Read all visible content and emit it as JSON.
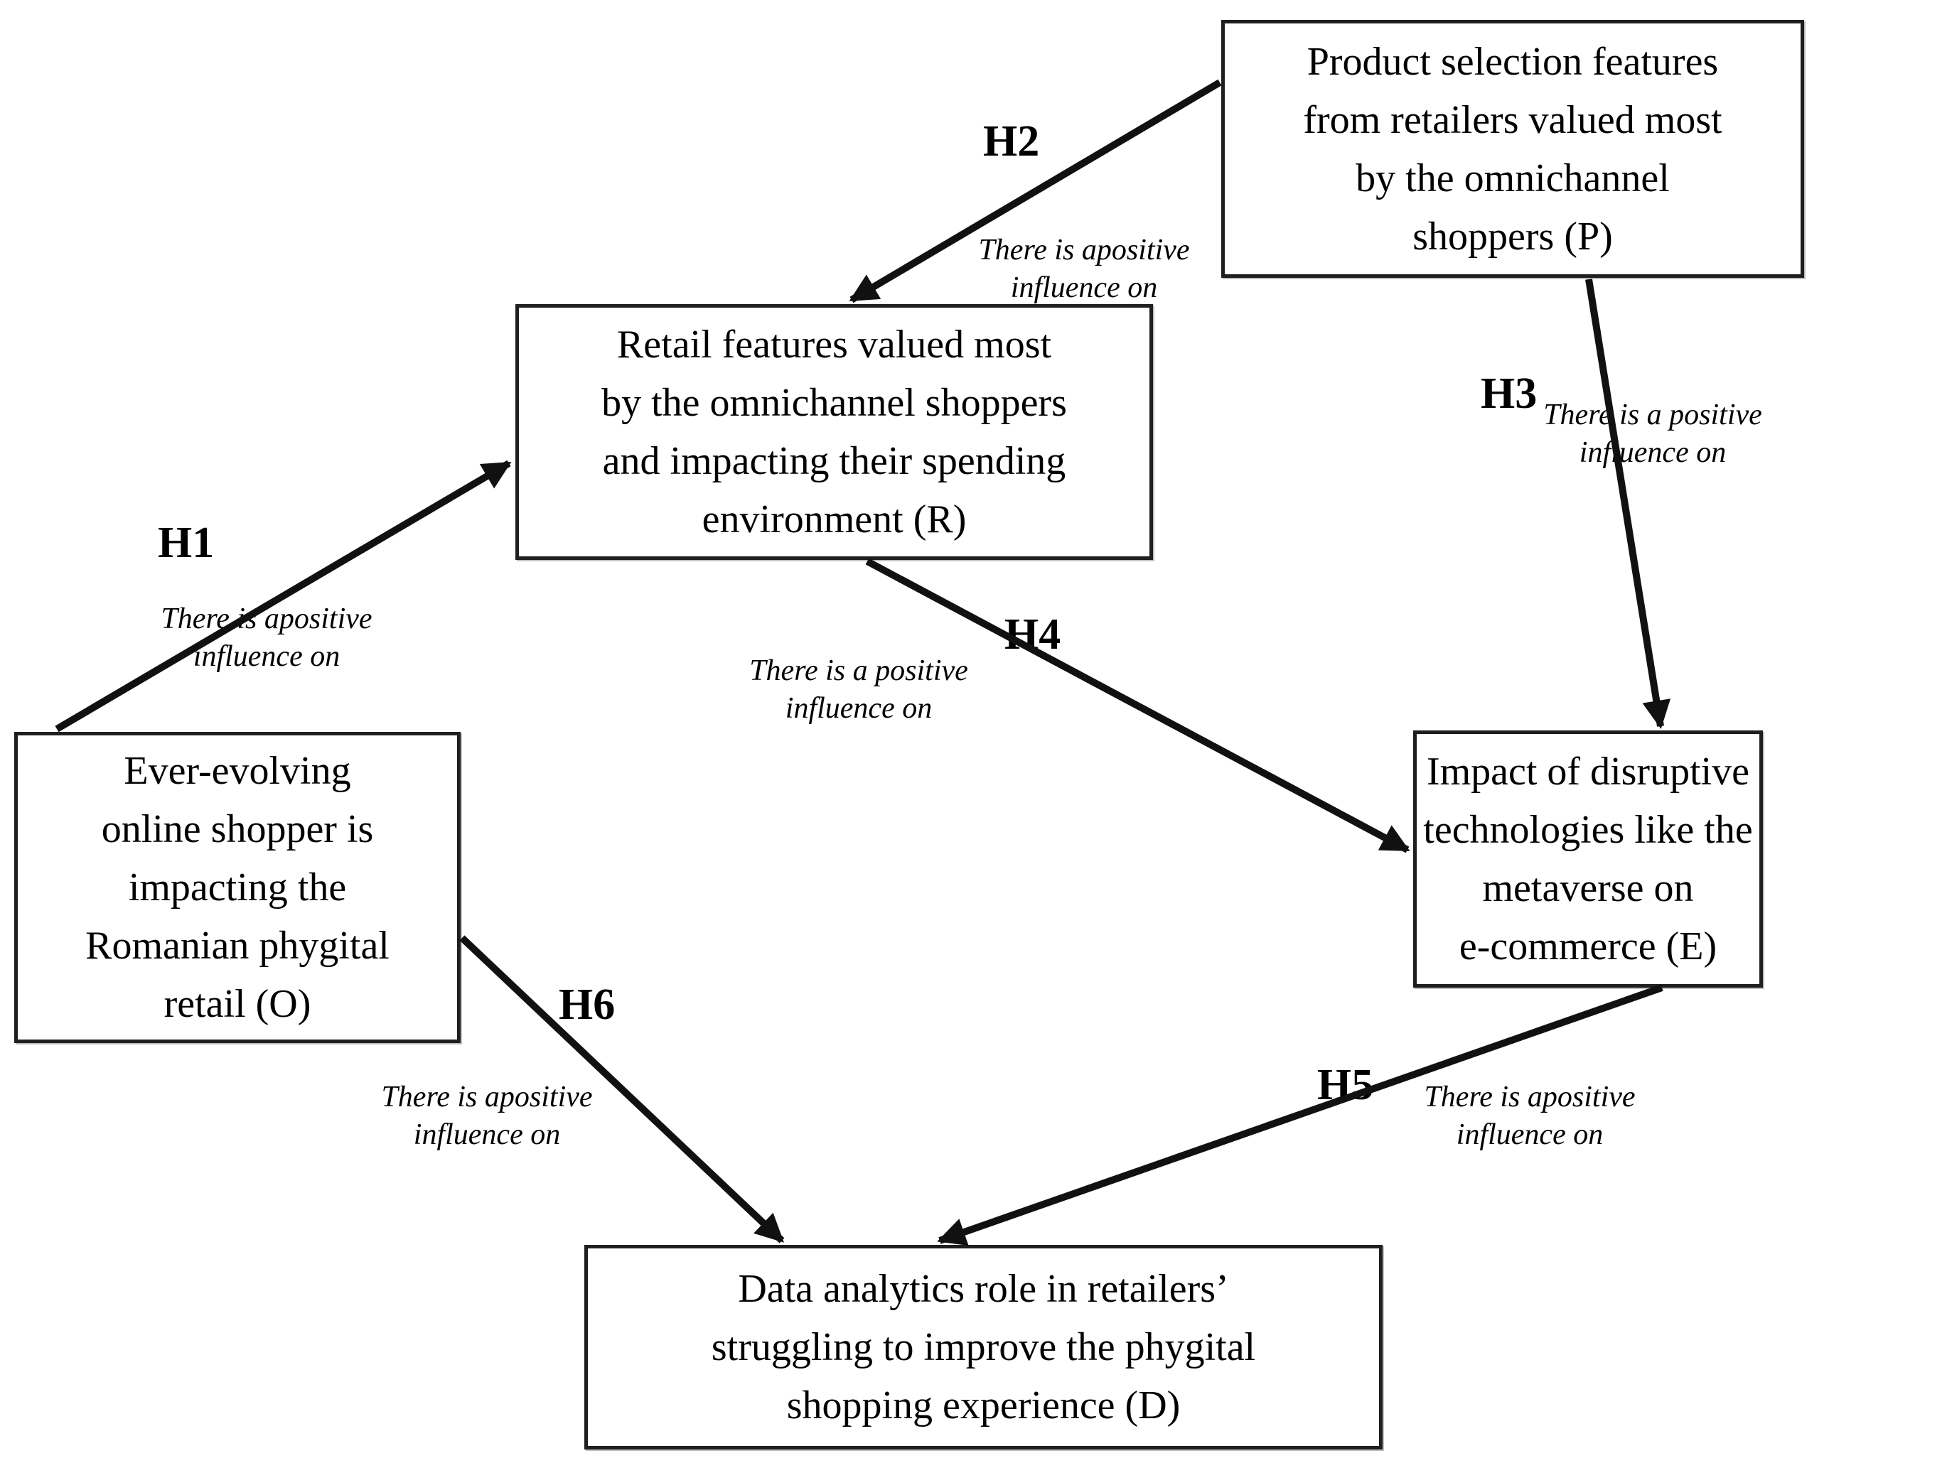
{
  "diagram": {
    "nodes": {
      "p": {
        "code": "P",
        "text": "Product selection features\nfrom retailers valued most\nby the omnichannel\nshoppers (P)"
      },
      "r": {
        "code": "R",
        "text": "Retail features valued most\nby the omnichannel shoppers\nand impacting their spending\nenvironment (R)"
      },
      "o": {
        "code": "O",
        "text": "Ever-evolving\nonline shopper is\nimpacting the\nRomanian phygital\nretail (O)"
      },
      "e": {
        "code": "E",
        "text": "Impact of disruptive\ntechnologies like the\nmetaverse on\ne-commerce (E)"
      },
      "d": {
        "code": "D",
        "text": "Data analytics role in retailers’\nstruggling to improve the phygital\nshopping experience (D)"
      }
    },
    "hypotheses": {
      "h1": {
        "label": "H1",
        "annotation": "There is apositive\ninfluence on"
      },
      "h2": {
        "label": "H2",
        "annotation": "There is apositive\ninfluence on"
      },
      "h3": {
        "label": "H3",
        "annotation": "There is a positive\ninfluence on"
      },
      "h4": {
        "label": "H4",
        "annotation": "There is a positive\ninfluence on"
      },
      "h5": {
        "label": "H5",
        "annotation": "There is apositive\ninfluence on"
      },
      "h6": {
        "label": "H6",
        "annotation": "There is apositive\ninfluence on"
      }
    },
    "edges": [
      {
        "id": "H1",
        "from": "O",
        "to": "R"
      },
      {
        "id": "H2",
        "from": "P",
        "to": "R"
      },
      {
        "id": "H3",
        "from": "P",
        "to": "E"
      },
      {
        "id": "H4",
        "from": "R",
        "to": "E"
      },
      {
        "id": "H5",
        "from": "E",
        "to": "D"
      },
      {
        "id": "H6",
        "from": "O",
        "to": "D"
      }
    ],
    "colors": {
      "arrow": "#111111",
      "box_border": "#1f1f1f",
      "background": "#ffffff",
      "text": "#000000"
    }
  }
}
